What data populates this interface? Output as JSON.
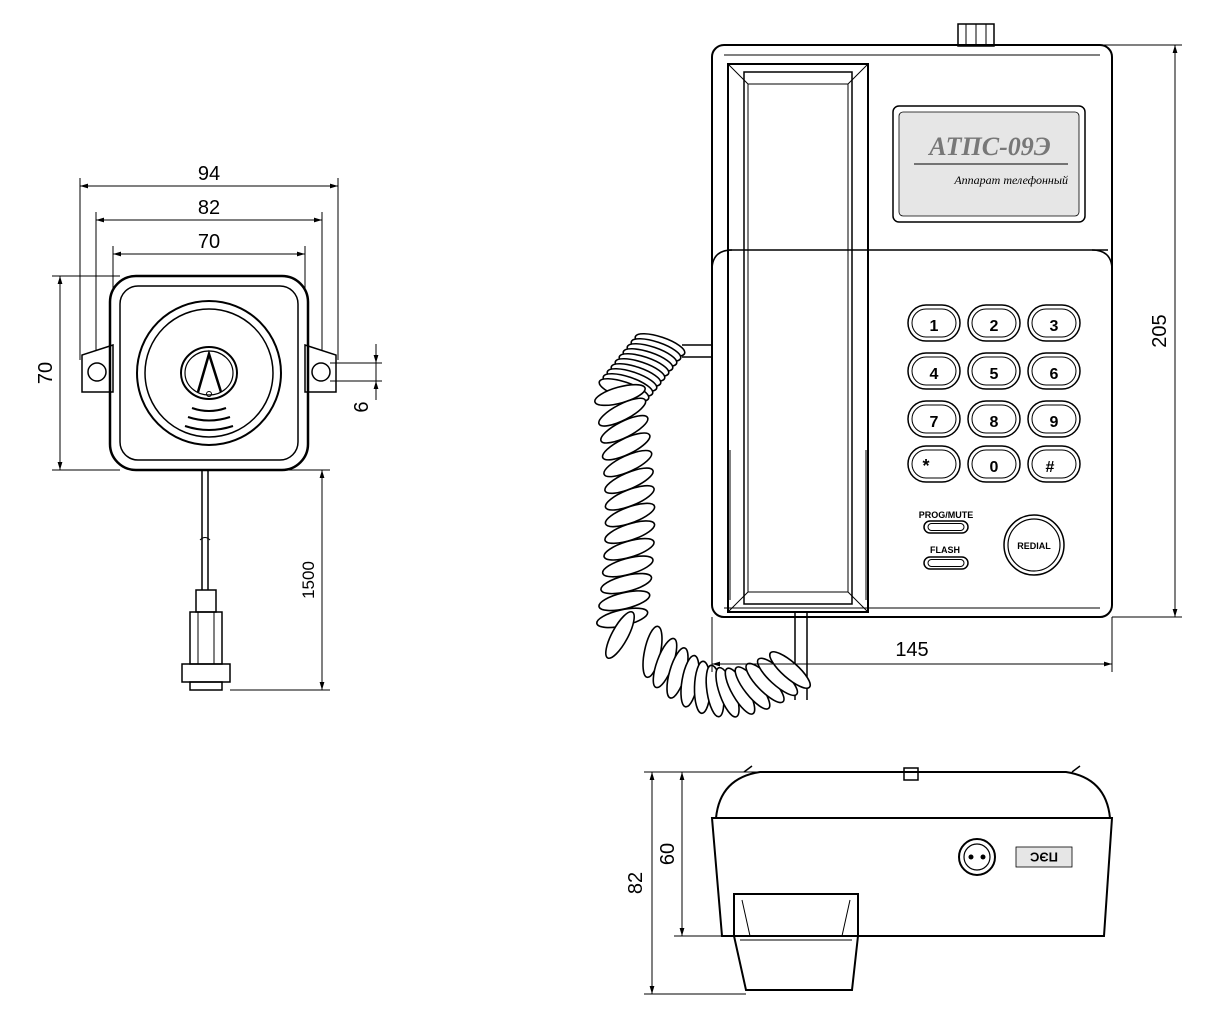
{
  "labels": {
    "model": "АТПС-09Э",
    "subtitle": "Аппарат телефонный",
    "connector_label": "ПЭС"
  },
  "dimensions": {
    "siren_width_outer": "94",
    "siren_width_mid": "82",
    "siren_width_inner": "70",
    "siren_height": "70",
    "siren_slot": "6",
    "siren_cable": "1500",
    "phone_width": "145",
    "phone_height": "205",
    "side_height_total": "82",
    "side_height_body": "60"
  },
  "keypad": [
    "1",
    "2",
    "3",
    "4",
    "5",
    "6",
    "7",
    "8",
    "9",
    "*",
    "0",
    "#"
  ],
  "buttons": {
    "prog_mute": "PROG/MUTE",
    "flash": "FLASH",
    "redial": "REDIAL"
  }
}
